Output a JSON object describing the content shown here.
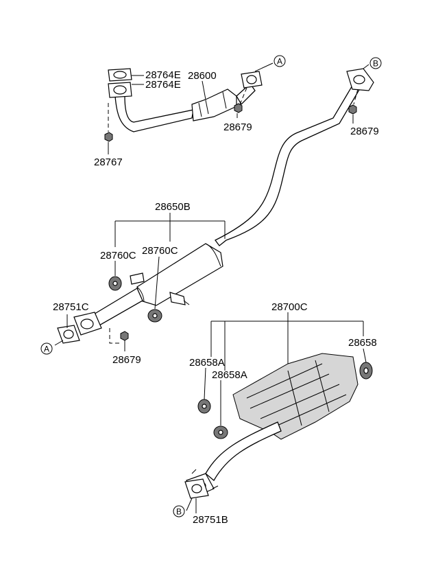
{
  "labels": {
    "p28764e_1": "28764E",
    "p28764e_2": "28764E",
    "p28600": "28600",
    "p28679_top": "28679",
    "p28679_right": "28679",
    "p28767": "28767",
    "p28650b": "28650B",
    "p28760c_1": "28760C",
    "p28760c_2": "28760C",
    "p28751c": "28751C",
    "p28679_bottom": "28679",
    "p28700c": "28700C",
    "p28658": "28658",
    "p28658a_1": "28658A",
    "p28658a_2": "28658A",
    "p28751b": "28751B"
  },
  "refs": {
    "a_top": "A",
    "b_top": "B",
    "a_left": "A",
    "b_bottom": "B"
  }
}
